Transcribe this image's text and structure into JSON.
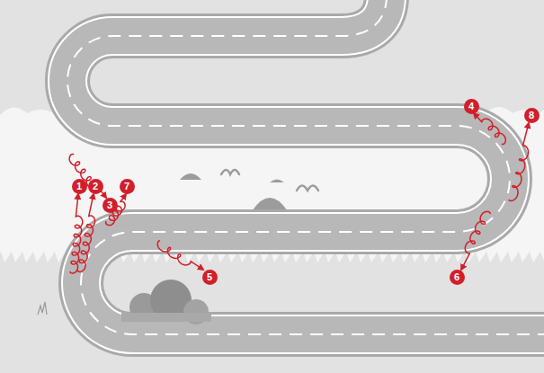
{
  "diagram": {
    "labels": [
      "4",
      "8",
      "3",
      "1",
      "2",
      "7",
      "5",
      "6"
    ]
  }
}
